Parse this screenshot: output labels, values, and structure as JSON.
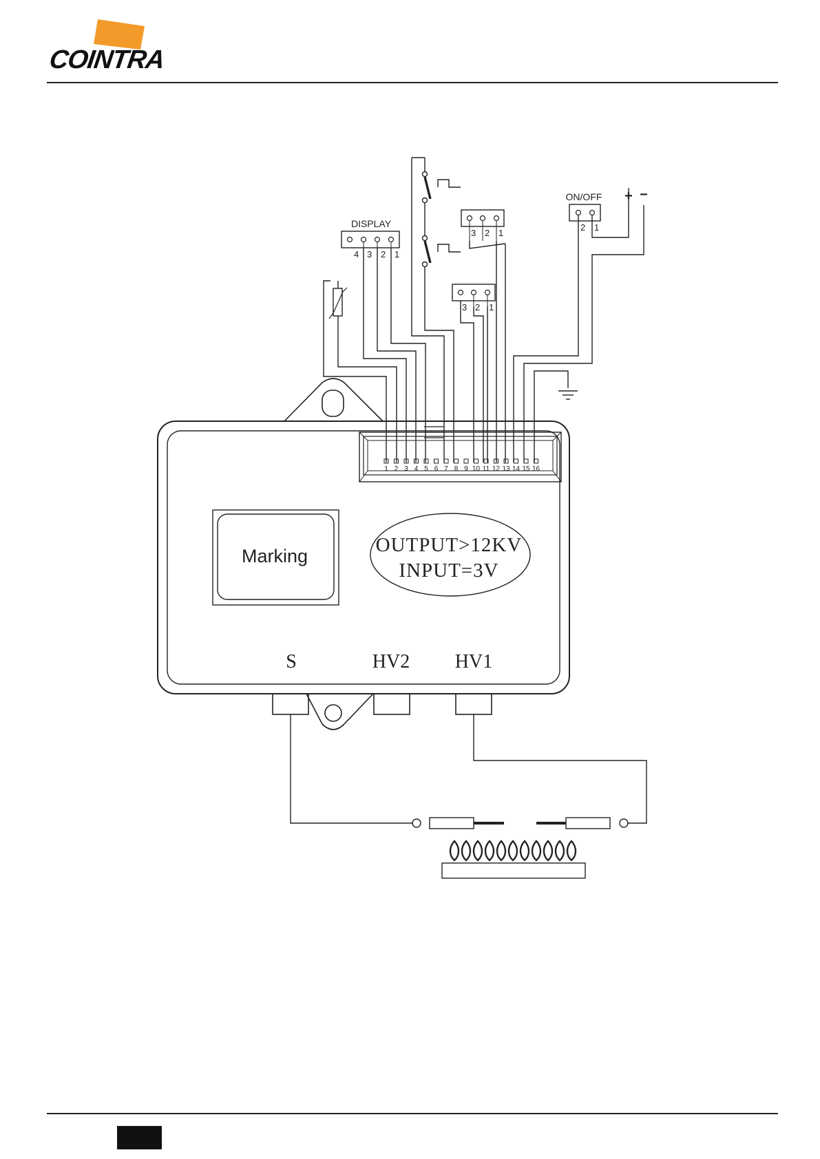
{
  "brand": {
    "name": "COINTRA",
    "accent_color": "#f39a2a"
  },
  "diagram": {
    "display_label": "DISPLAY",
    "display_pins": [
      "4",
      "3",
      "2",
      "1"
    ],
    "onoff_label": "ON/OFF",
    "onoff_pins": [
      "2",
      "1"
    ],
    "plus": "+",
    "minus": "−",
    "connector_a_pins": [
      "3",
      "2",
      "1"
    ],
    "connector_b_pins": [
      "3",
      "2",
      "1"
    ],
    "terminal_pins": [
      "1",
      "2",
      "3",
      "4",
      "5",
      "6",
      "7",
      "8",
      "9",
      "10",
      "11",
      "12",
      "13",
      "14",
      "15",
      "16"
    ],
    "marking_label": "Marking",
    "spec_line1": "OUTPUT>12KV",
    "spec_line2": "INPUT=3V",
    "output_s": "S",
    "output_hv2": "HV2",
    "output_hv1": "HV1"
  }
}
